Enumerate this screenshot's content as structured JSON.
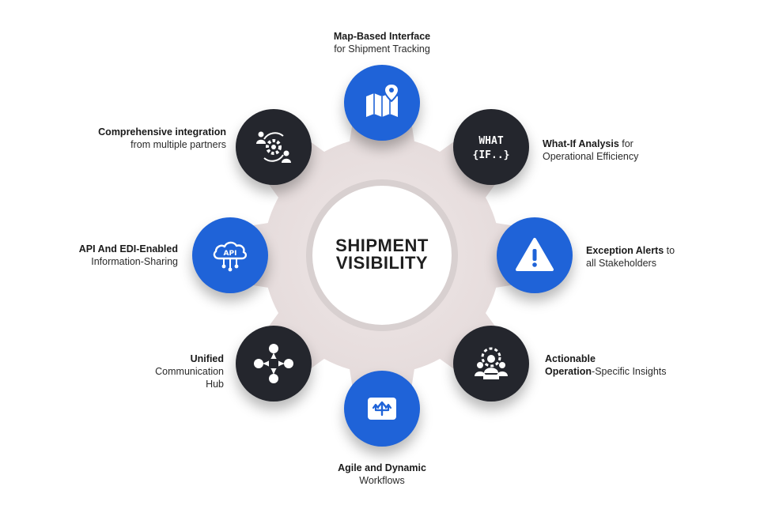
{
  "center": {
    "line1": "SHIPMENT",
    "line2": "VISIBILITY"
  },
  "nodes": [
    {
      "id": "map",
      "icon": "map-pin-icon",
      "color": "#1f63d8",
      "bold": "Map-Based Interface",
      "rest": "",
      "line2": "for Shipment Tracking",
      "line3": ""
    },
    {
      "id": "whatif",
      "icon": "what-if-icon",
      "color": "#24262d",
      "bold": "What-If Analysis",
      "rest": " for",
      "line2": "Operational Efficiency",
      "line3": "",
      "icon_text1": "WHAT",
      "icon_text2": "{IF..}"
    },
    {
      "id": "exception",
      "icon": "warning-triangle-icon",
      "color": "#1f63d8",
      "bold": "Exception Alerts",
      "rest": " to",
      "line2": "all Stakeholders",
      "line3": ""
    },
    {
      "id": "actionable",
      "icon": "team-gear-icon",
      "color": "#24262d",
      "bold": "Actionable",
      "rest": "",
      "line2_bold": "Operation",
      "line2": "-Specific Insights",
      "line3": ""
    },
    {
      "id": "agile",
      "icon": "workflow-arrows-icon",
      "color": "#1f63d8",
      "bold": "Agile and Dynamic",
      "rest": "",
      "line2": "Workflows",
      "line3": ""
    },
    {
      "id": "unified",
      "icon": "hub-icon",
      "color": "#24262d",
      "bold": "Unified",
      "rest": "",
      "line2": "Communication",
      "line3": "Hub"
    },
    {
      "id": "api",
      "icon": "api-cloud-icon",
      "color": "#1f63d8",
      "bold": "API And EDI-Enabled",
      "rest": "",
      "line2": "Information-Sharing",
      "line3": "",
      "icon_text1": "API"
    },
    {
      "id": "integration",
      "icon": "integration-gear-icon",
      "color": "#24262d",
      "bold": "Comprehensive integration",
      "rest": "",
      "line2": "from multiple partners",
      "line3": ""
    }
  ]
}
